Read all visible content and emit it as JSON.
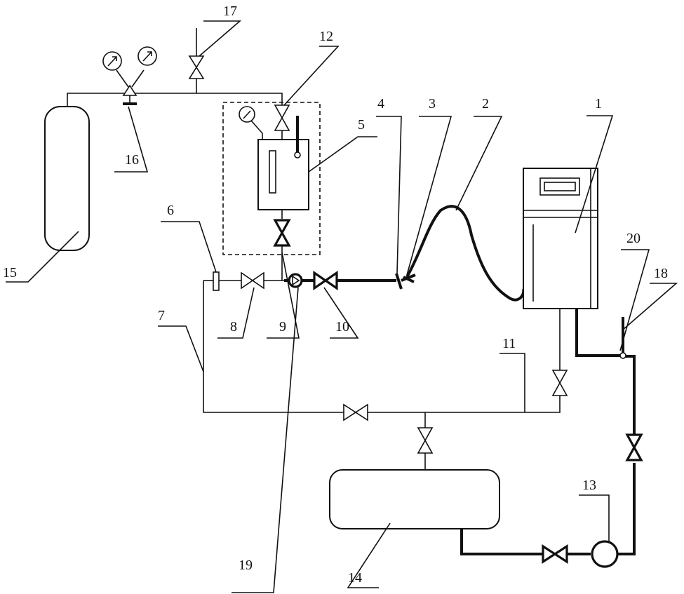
{
  "labels": {
    "n1": "1",
    "n2": "2",
    "n3": "3",
    "n4": "4",
    "n5": "5",
    "n6": "6",
    "n7": "7",
    "n8": "8",
    "n9": "9",
    "n10": "10",
    "n11": "11",
    "n12": "12",
    "n13": "13",
    "n14": "14",
    "n15": "15",
    "n16": "16",
    "n17": "17",
    "n18": "18",
    "n19": "19",
    "n20": "20"
  },
  "icons": {
    "valve": "valve-icon",
    "pressure_gauge": "pressure-gauge-icon",
    "check_valve": "check-valve-icon",
    "pump": "pump-icon"
  }
}
